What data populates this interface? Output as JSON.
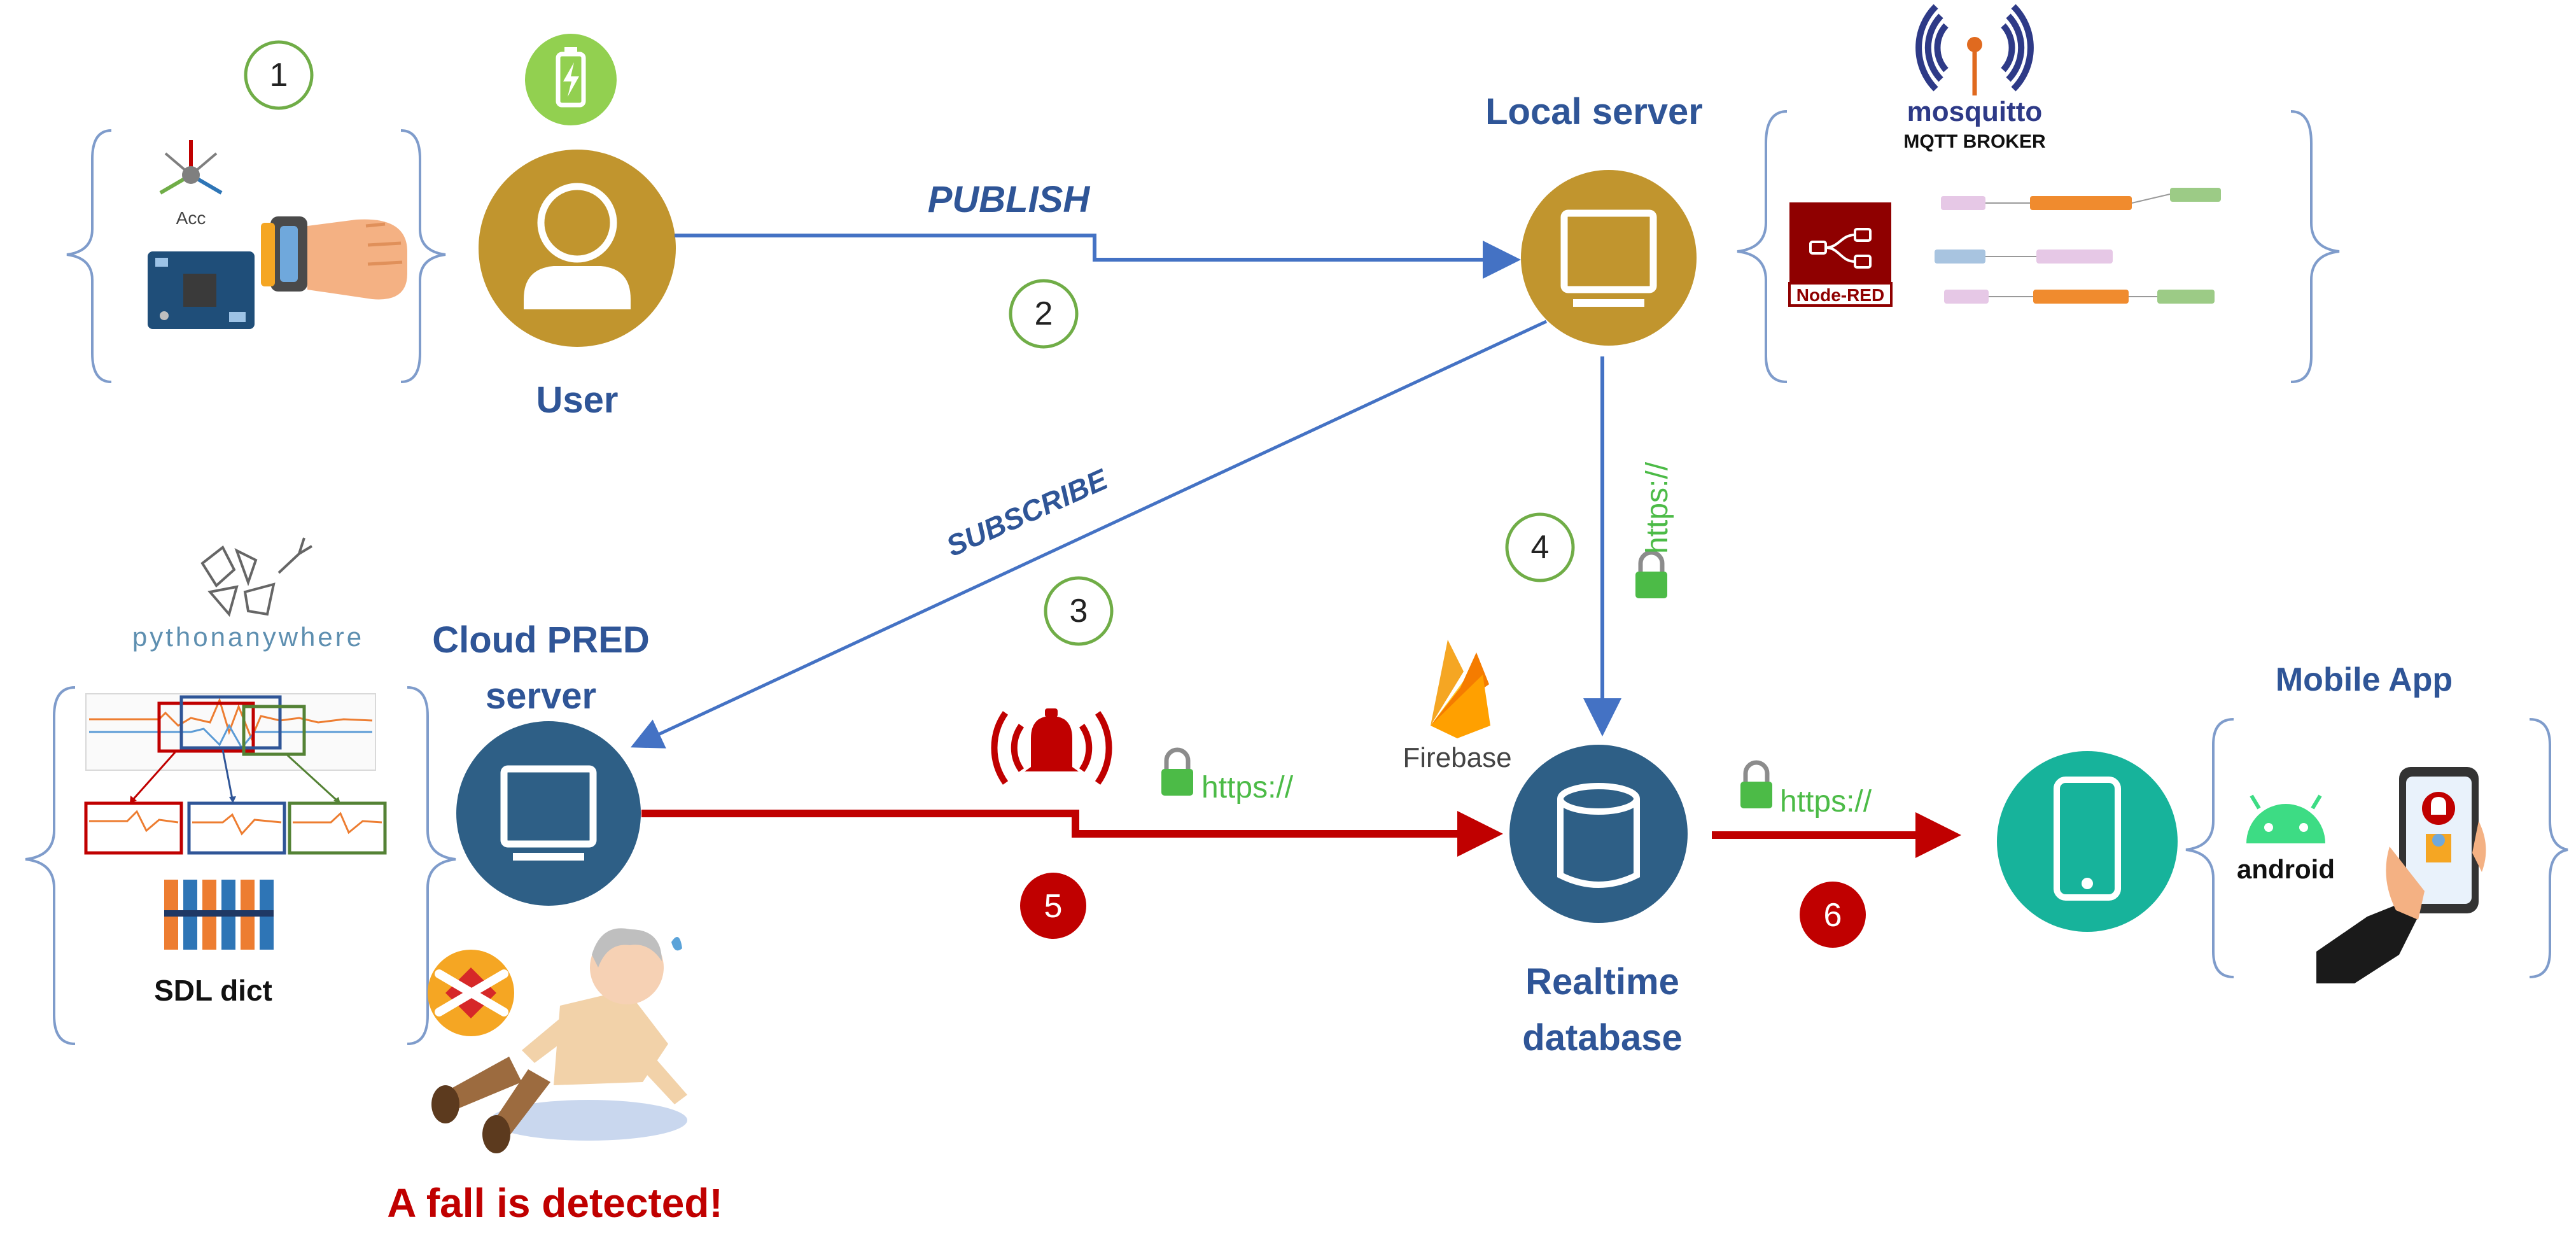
{
  "nodes": {
    "user": {
      "label": "User"
    },
    "local_server": {
      "label": "Local server"
    },
    "cloud_server": {
      "label_line1": "Cloud PRED",
      "label_line2": "server"
    },
    "database": {
      "label_line1": "Realtime",
      "label_line2": "database",
      "brand": "Firebase"
    },
    "mobile_app": {
      "label": "Mobile App"
    }
  },
  "arrows": {
    "publish": "PUBLISH",
    "subscribe": "SUBSCRIBE",
    "https": "https://"
  },
  "steps": [
    "1",
    "2",
    "3",
    "4",
    "5",
    "6"
  ],
  "sensor_group": {
    "acc_label": "Acc"
  },
  "broker_group": {
    "mosquitto": "mosquitto",
    "mqtt": "MQTT BROKER",
    "nodered": "Node-RED"
  },
  "model_group": {
    "pythonanywhere": "pythonanywhere",
    "dict_label": "SDL dict"
  },
  "app_group": {
    "android": "android"
  },
  "alert": {
    "text": "A fall is detected!"
  },
  "colors": {
    "gold": "#C1952E",
    "navy": "#2E5F86",
    "teal": "#17B39B",
    "blue_arrow": "#4472C4",
    "red_arrow": "#C00000",
    "step_green": "#70AD47",
    "step_red": "#C00000",
    "label_blue": "#2F5597"
  }
}
